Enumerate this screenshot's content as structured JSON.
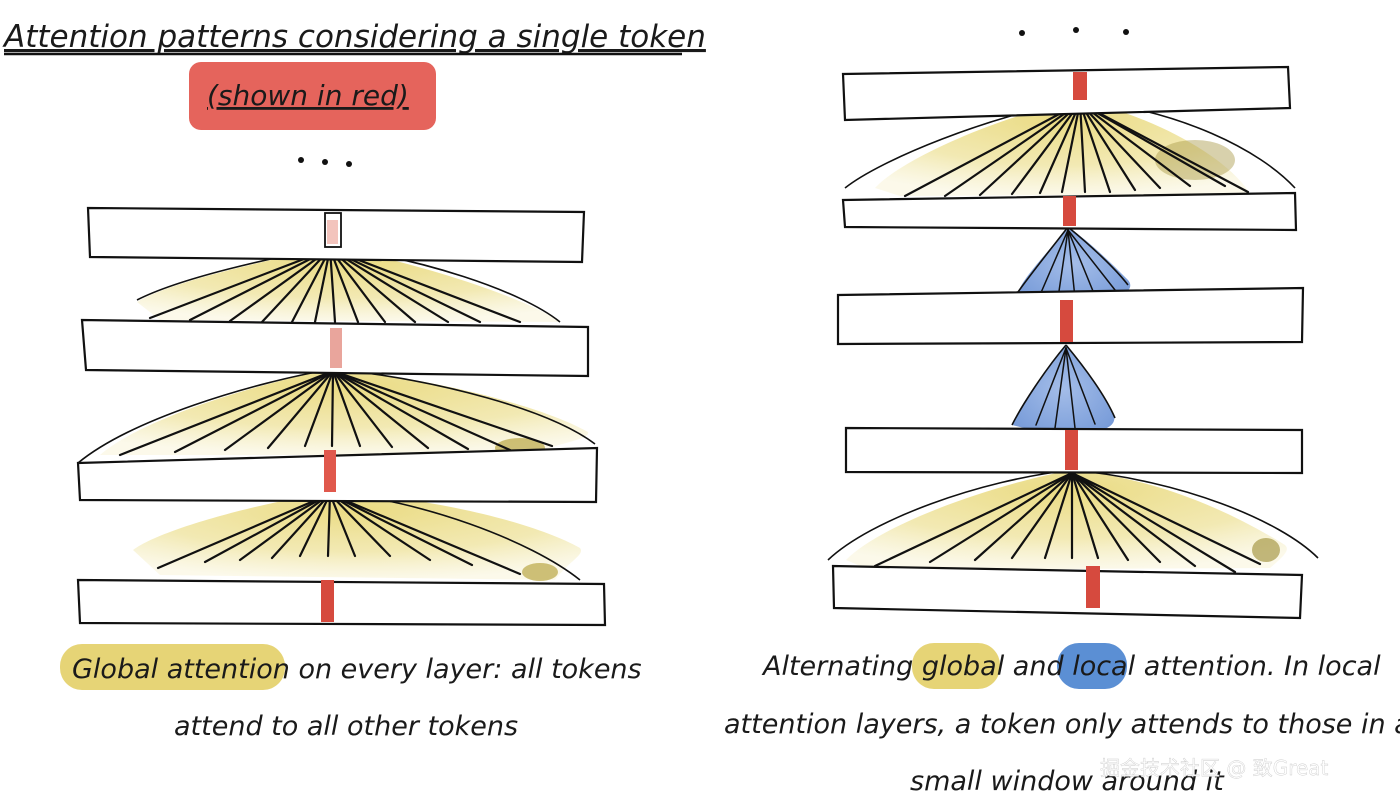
{
  "title": "Attention patterns considering a single token",
  "title_highlight": "(shown in red)",
  "left_ellipsis": "...",
  "right_ellipsis": "...",
  "left_caption": {
    "highlight": "Global attention",
    "line1_rest": " on every layer: all tokens",
    "line2": "attend to all other tokens"
  },
  "right_caption": {
    "line1_pre": "Alternating ",
    "global_word": "global",
    "mid": " and ",
    "local_word": "local",
    "line1_post": " attention. In local",
    "line2": "attention layers, a token only attends to those in a",
    "line3": "small window around it"
  },
  "watermark": "掘金技术社区 @ 致Great",
  "colors": {
    "red_highlight": "#e5645c",
    "token_red": "#e0584c",
    "global_yellow": "#e6d476",
    "global_yellow_dark": "#c9b84a",
    "local_blue": "#5b8fd4",
    "local_blue_light": "#8fb0e3",
    "ink": "#111111"
  }
}
